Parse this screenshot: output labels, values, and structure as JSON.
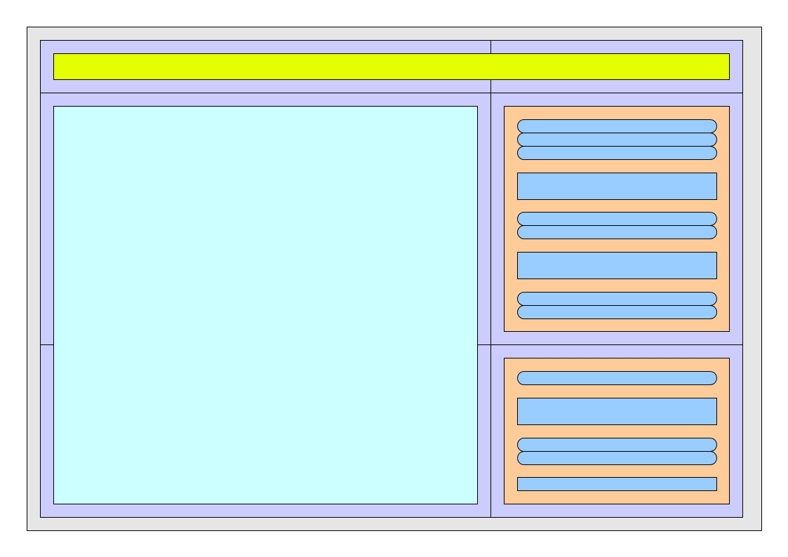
{
  "colors": {
    "page_background": "#e6e6e6",
    "layout_frame": "#ccccff",
    "header_banner": "#e6ff00",
    "main_content": "#ccffff",
    "side_panel": "#ffcc99",
    "widget": "#99ccff",
    "border": "#000000"
  },
  "panels": {
    "top_right": {
      "widgets": [
        "pill",
        "pill",
        "pill",
        "block",
        "pill",
        "pill",
        "block",
        "pill",
        "pill"
      ]
    },
    "bottom_right": {
      "widgets": [
        "pill",
        "block",
        "pill",
        "pill",
        "bar"
      ]
    }
  }
}
